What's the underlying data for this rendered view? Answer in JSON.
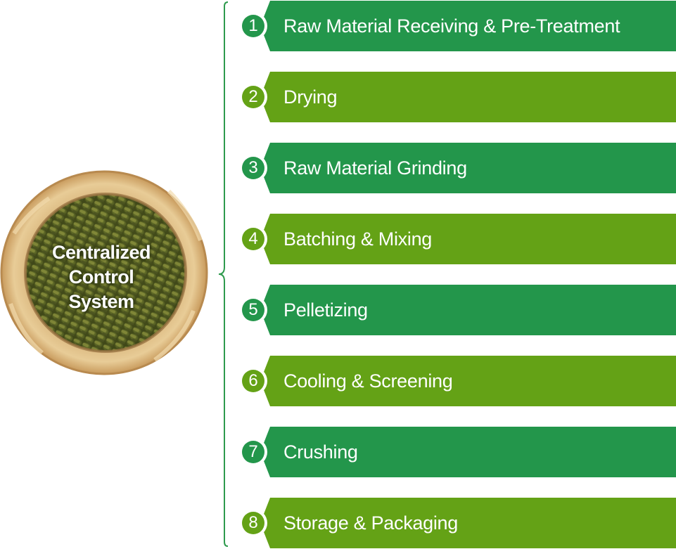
{
  "center": {
    "lines": [
      "Centralized",
      "Control",
      "System"
    ]
  },
  "colors": {
    "dark_green": "#23964b",
    "light_green": "#64a216",
    "bracket": "#2e9a4d"
  },
  "steps": [
    {
      "number": "1",
      "label": "Raw Material Receiving & Pre-Treatment",
      "color": "dark"
    },
    {
      "number": "2",
      "label": "Drying",
      "color": "light"
    },
    {
      "number": "3",
      "label": "Raw Material Grinding",
      "color": "dark"
    },
    {
      "number": "4",
      "label": "Batching & Mixing",
      "color": "light"
    },
    {
      "number": "5",
      "label": "Pelletizing",
      "color": "dark"
    },
    {
      "number": "6",
      "label": "Cooling & Screening",
      "color": "light"
    },
    {
      "number": "7",
      "label": "Crushing",
      "color": "dark"
    },
    {
      "number": "8",
      "label": "Storage & Packaging",
      "color": "light"
    }
  ]
}
